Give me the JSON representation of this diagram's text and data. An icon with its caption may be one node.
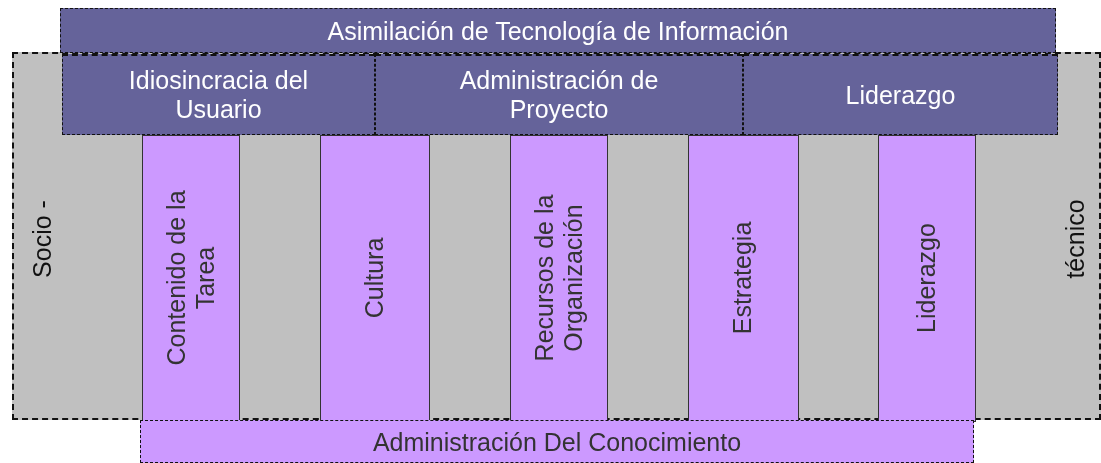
{
  "diagram": {
    "nodes": [
      {
        "text": [
          "Asimilación de Tecnología de Información"
        ]
      },
      {
        "text": [
          "Socio -",
          "técnico"
        ]
      },
      {
        "text": [
          "Idiosincracia del Usuario"
        ],
        "in": 1
      },
      {
        "text": [
          "Administración de Proyecto"
        ],
        "in": 1
      },
      {
        "text": [
          "Liderazgo"
        ],
        "in": 1
      },
      {
        "text": [
          "Contenido de la Tarea"
        ],
        "in": 1
      },
      {
        "text": [
          "Cultura"
        ],
        "in": 1
      },
      {
        "text": [
          "Recursos de la Organización"
        ],
        "in": 1
      },
      {
        "text": [
          "Estrategia"
        ],
        "in": 1
      },
      {
        "text": [
          "Liderazgo"
        ],
        "in": 1
      },
      {
        "text": [
          "Administración Del Conocimiento"
        ]
      }
    ]
  }
}
